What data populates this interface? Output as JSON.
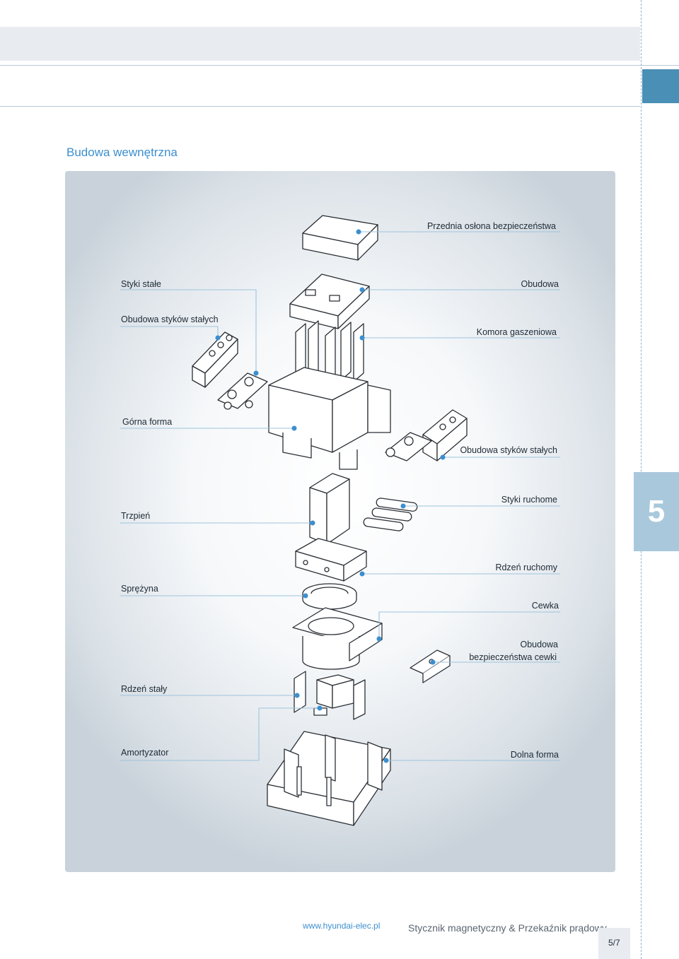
{
  "section_title": "Budowa wewnętrzna",
  "side_tab_number": "5",
  "labels": {
    "front_cover": "Przednia osłona bezpieczeństwa",
    "fixed_contacts": "Styki stałe",
    "housing": "Obudowa",
    "fixed_contact_housing_left": "Obudowa styków stałych",
    "arc_chamber": "Komora gaszeniowa",
    "upper_mold": "Górna forma",
    "fixed_contact_housing_right": "Obudowa styków stałych",
    "moving_contacts": "Styki ruchome",
    "plunger": "Trzpień",
    "moving_core": "Rdzeń ruchomy",
    "spring": "Sprężyna",
    "coil": "Cewka",
    "coil_cover_line1": "Obudowa",
    "coil_cover_line2": "bezpieczeństwa cewki",
    "fixed_core": "Rdzeń stały",
    "damper": "Amortyzator",
    "lower_mold": "Dolna forma"
  },
  "footer": {
    "url": "www.hyundai-elec.pl",
    "title": "Stycznik magnetyczny & Przekaźnik prądowy",
    "page": "5/7"
  },
  "colors": {
    "accent": "#3c8fcf",
    "tab_dark": "#4a8fb5",
    "tab_light": "#a9c8dc",
    "leader": "#9fc3dc",
    "dot": "#3c8fcf"
  }
}
